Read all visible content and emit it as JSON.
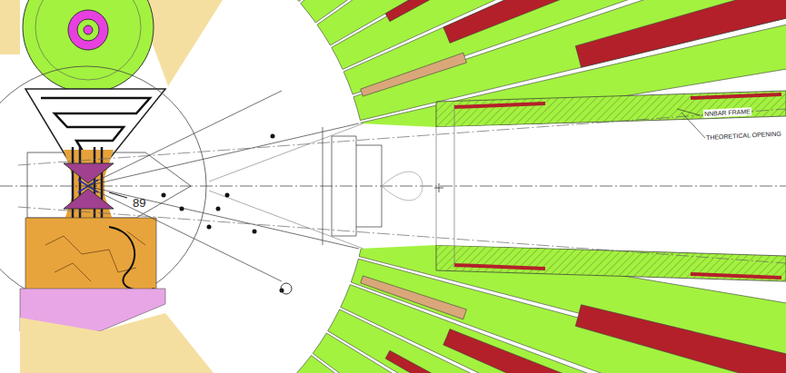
{
  "diagram": {
    "labels": [
      "89",
      "NNBAR FRAME",
      "THEORETICAL OPENING"
    ]
  }
}
